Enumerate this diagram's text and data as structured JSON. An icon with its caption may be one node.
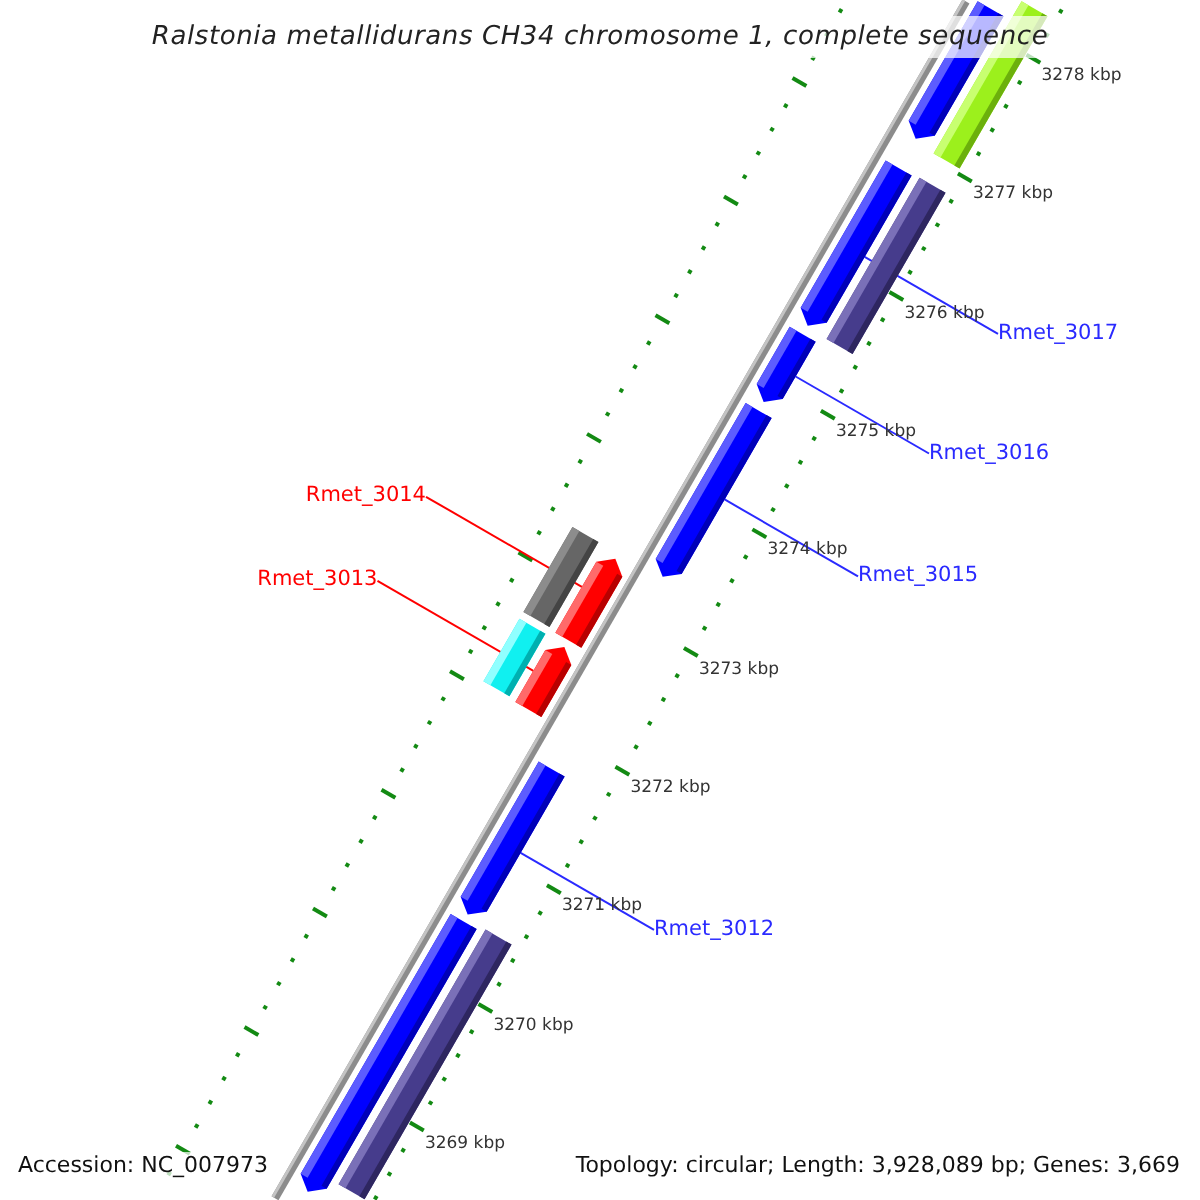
{
  "diagram": {
    "title": "Ralstonia metallidurans CH34 chromosome 1, complete sequence",
    "nodes": [
      {
        "text": [
          "Rmet_3017"
        ]
      },
      {
        "text": [
          "Rmet_3016"
        ]
      },
      {
        "text": [
          "Rmet_3014"
        ]
      },
      {
        "text": [
          "Rmet_3015"
        ]
      },
      {
        "text": [
          "Rmet_3013"
        ]
      },
      {
        "text": [
          "Rmet_3012"
        ]
      },
      {
        "text": [],
        "shape": "arrow"
      },
      {
        "text": [],
        "shape": "bar"
      },
      {
        "text": [],
        "shape": "arrow"
      },
      {
        "text": [],
        "shape": "bar"
      },
      {
        "text": [],
        "shape": "arrow"
      },
      {
        "text": [],
        "shape": "arrow"
      },
      {
        "text": [],
        "shape": "bar"
      },
      {
        "text": [],
        "shape": "arrow"
      },
      {
        "text": [],
        "shape": "bar"
      },
      {
        "text": [],
        "shape": "arrow"
      },
      {
        "text": [],
        "shape": "arrow"
      },
      {
        "text": [],
        "shape": "arrow"
      },
      {
        "text": [],
        "shape": "bar"
      }
    ],
    "edges": [
      {
        "from": 0,
        "to": 8,
        "arrow": "none"
      },
      {
        "from": 1,
        "to": 10,
        "arrow": "none"
      },
      {
        "from": 2,
        "to": 13,
        "arrow": "none",
        "color": "#ff0000"
      },
      {
        "from": 3,
        "to": 11,
        "arrow": "none"
      },
      {
        "from": 4,
        "to": 15,
        "arrow": "none",
        "color": "#ff0000"
      },
      {
        "from": 5,
        "to": 16,
        "arrow": "none"
      }
    ],
    "labels": [
      "3278 kbp",
      "3277 kbp",
      "3276 kbp",
      "3275 kbp",
      "3274 kbp",
      "3273 kbp",
      "3272 kbp",
      "3271 kbp",
      "3270 kbp",
      "3269 kbp",
      "Accession: NC_007973",
      "Topology: circular; Length: 3,928,089 bp; Genes: 3,669"
    ]
  }
}
